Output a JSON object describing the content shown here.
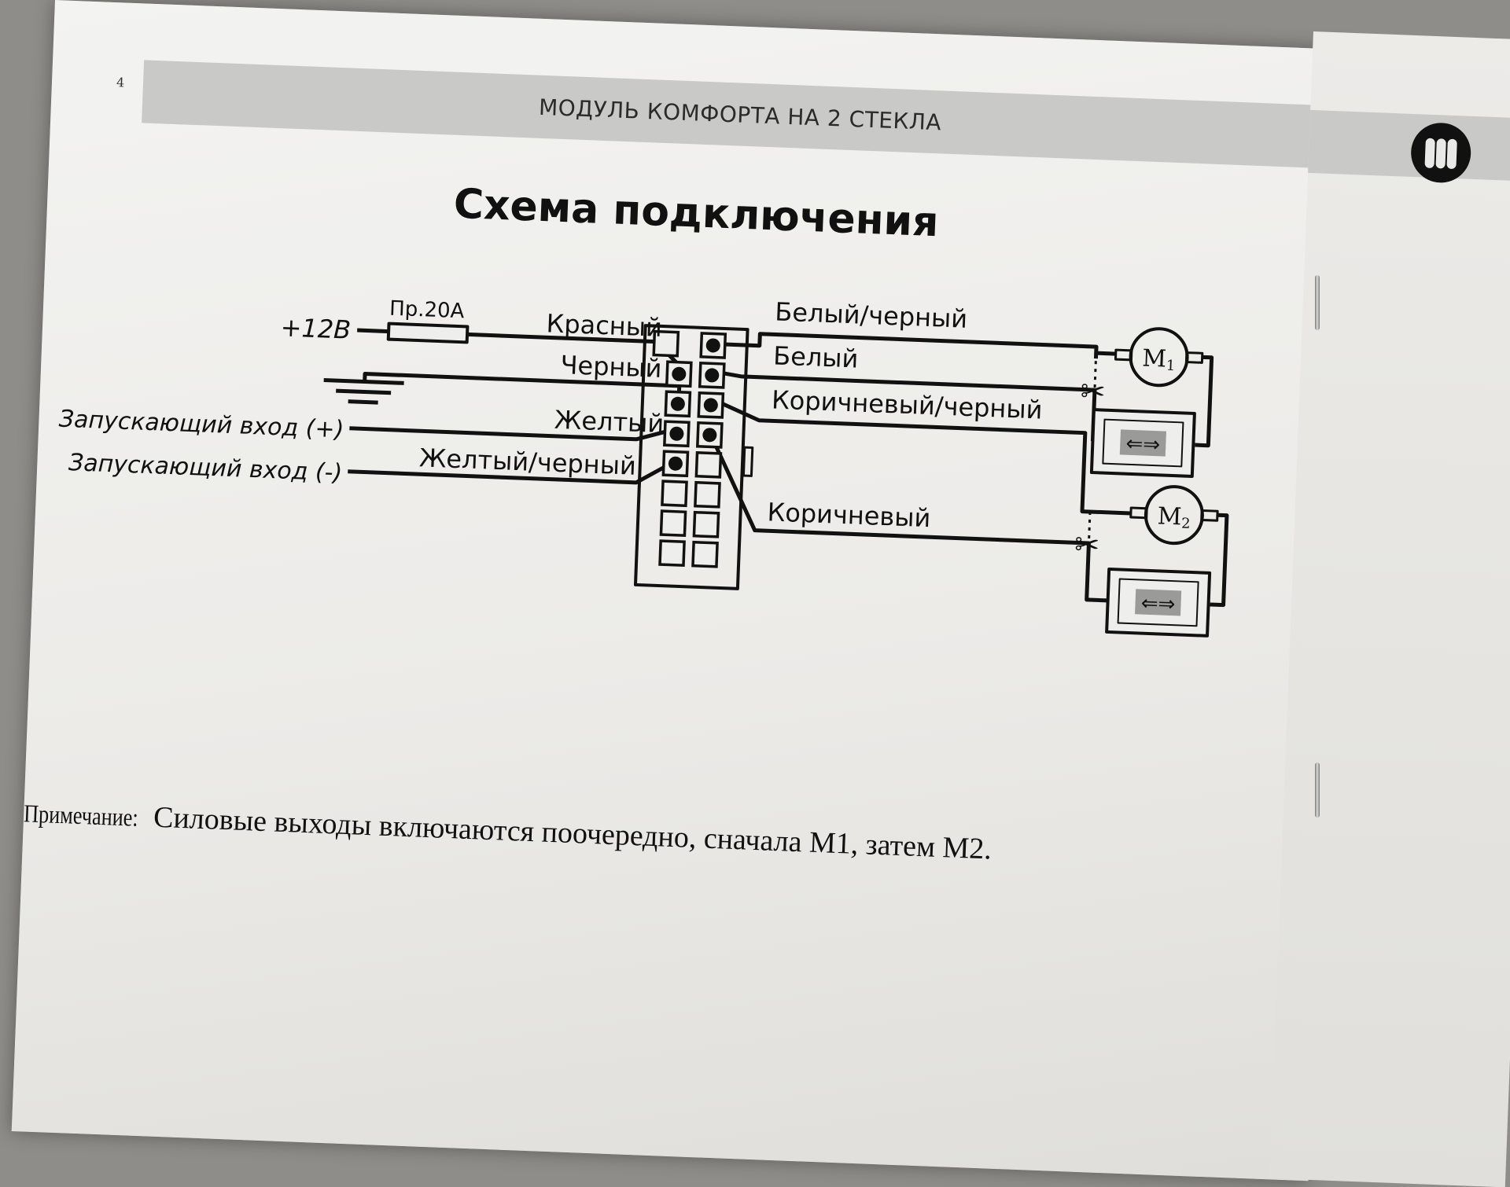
{
  "page_number": "4",
  "header": {
    "title": "МОДУЛЬ КОМФОРТА НА 2 СТЕКЛА"
  },
  "diagram": {
    "title": "Схема подключения",
    "power_label": "+12В",
    "fuse_label": "Пр.20А",
    "inputs": {
      "trigger_plus": "Запускающий вход (+)",
      "trigger_minus": "Запускающий вход (-)"
    },
    "wires_left": {
      "red": "Красный",
      "black": "Черный",
      "yellow": "Желтый",
      "yellow_black": "Желтый/черный"
    },
    "wires_right": {
      "white_black": "Белый/черный",
      "white": "Белый",
      "brown_black": "Коричневый/черный",
      "brown": "Коричневый"
    },
    "motors": {
      "m1": "M",
      "m1_sub": "1",
      "m2": "M",
      "m2_sub": "2"
    },
    "switch_glyph": "⇐⇒",
    "scissors_glyph": "✂"
  },
  "note": {
    "label": "Примечание:",
    "text": " Силовые выходы включаются поочередно, сначала М1, затем М2."
  },
  "colors": {
    "band": "#c9c9c7",
    "wire": "#111111",
    "paper": "#eeeeec"
  }
}
